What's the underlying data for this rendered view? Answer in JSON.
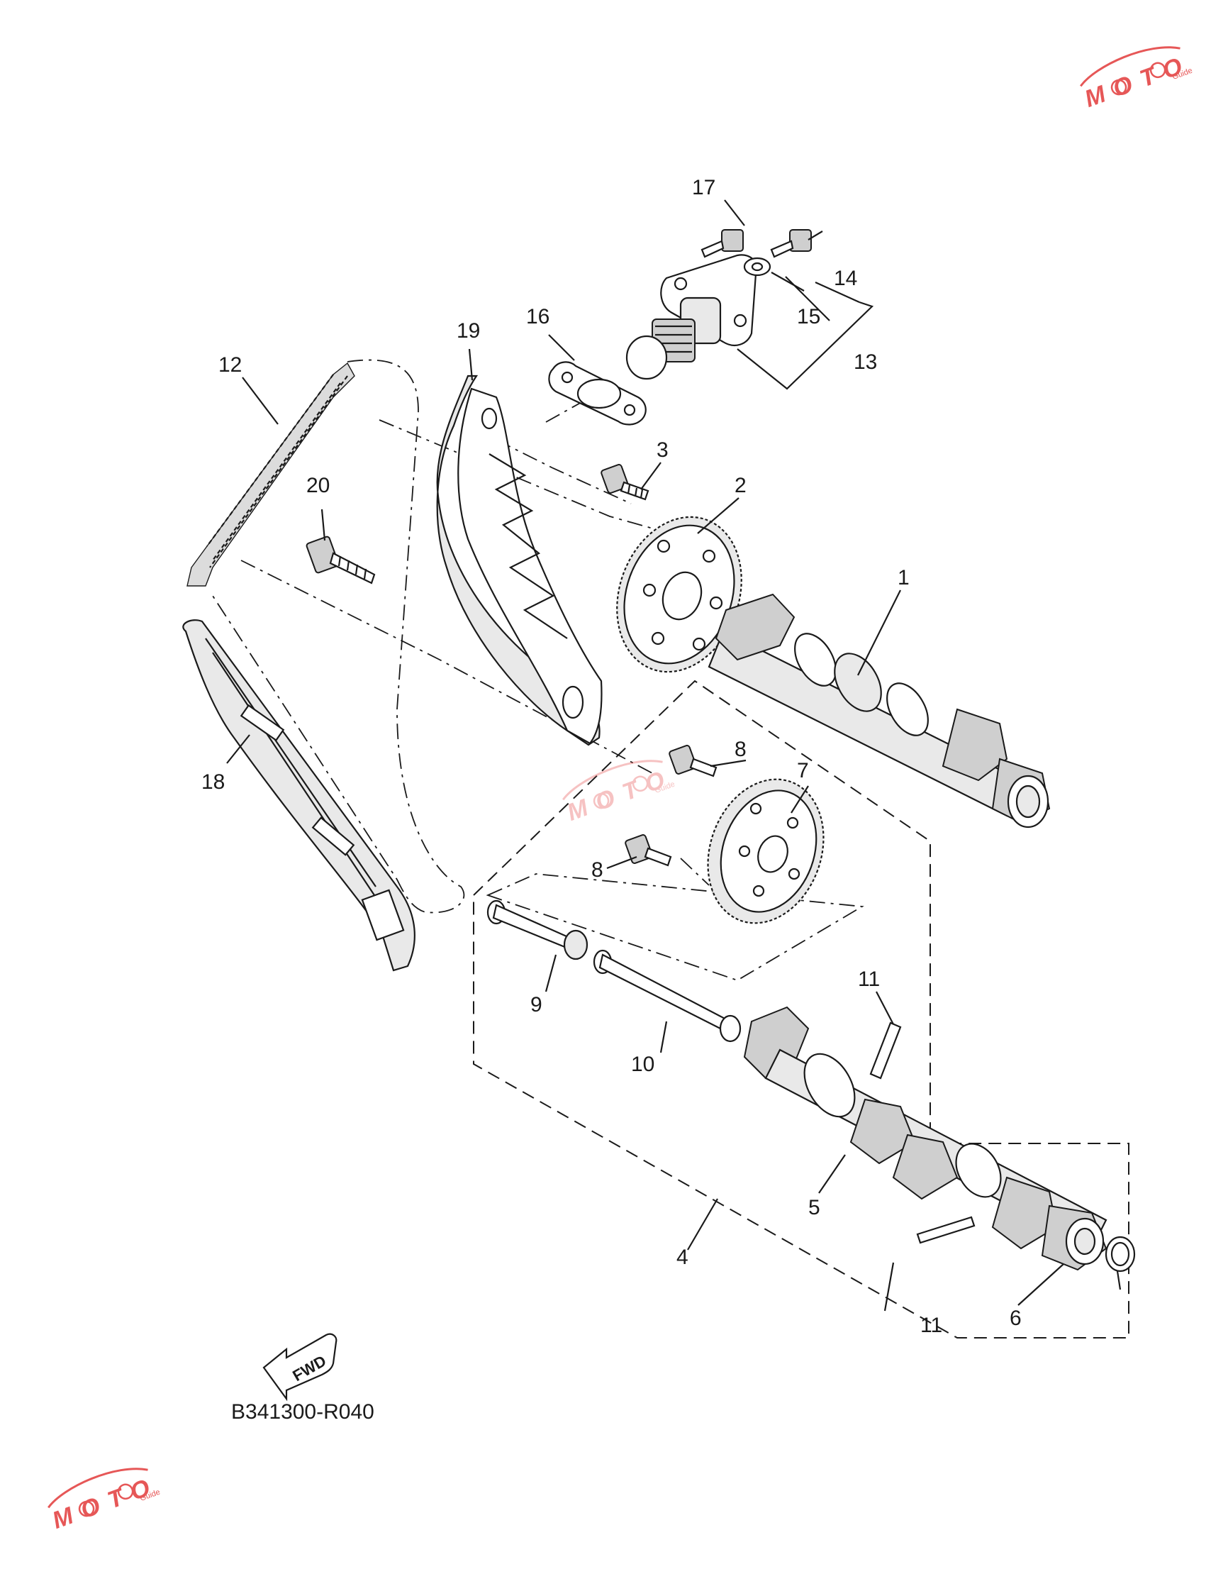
{
  "diagram": {
    "code": "B341300-R040",
    "fwd_label": "FWD",
    "callouts": [
      "1",
      "2",
      "3",
      "4",
      "5",
      "6",
      "7",
      "8",
      "8",
      "9",
      "10",
      "11",
      "11",
      "12",
      "13",
      "14",
      "15",
      "16",
      "17",
      "18",
      "19",
      "20"
    ]
  },
  "watermark": {
    "text": "MOTO",
    "sub": "Guide",
    "color": "#e23a3a"
  }
}
